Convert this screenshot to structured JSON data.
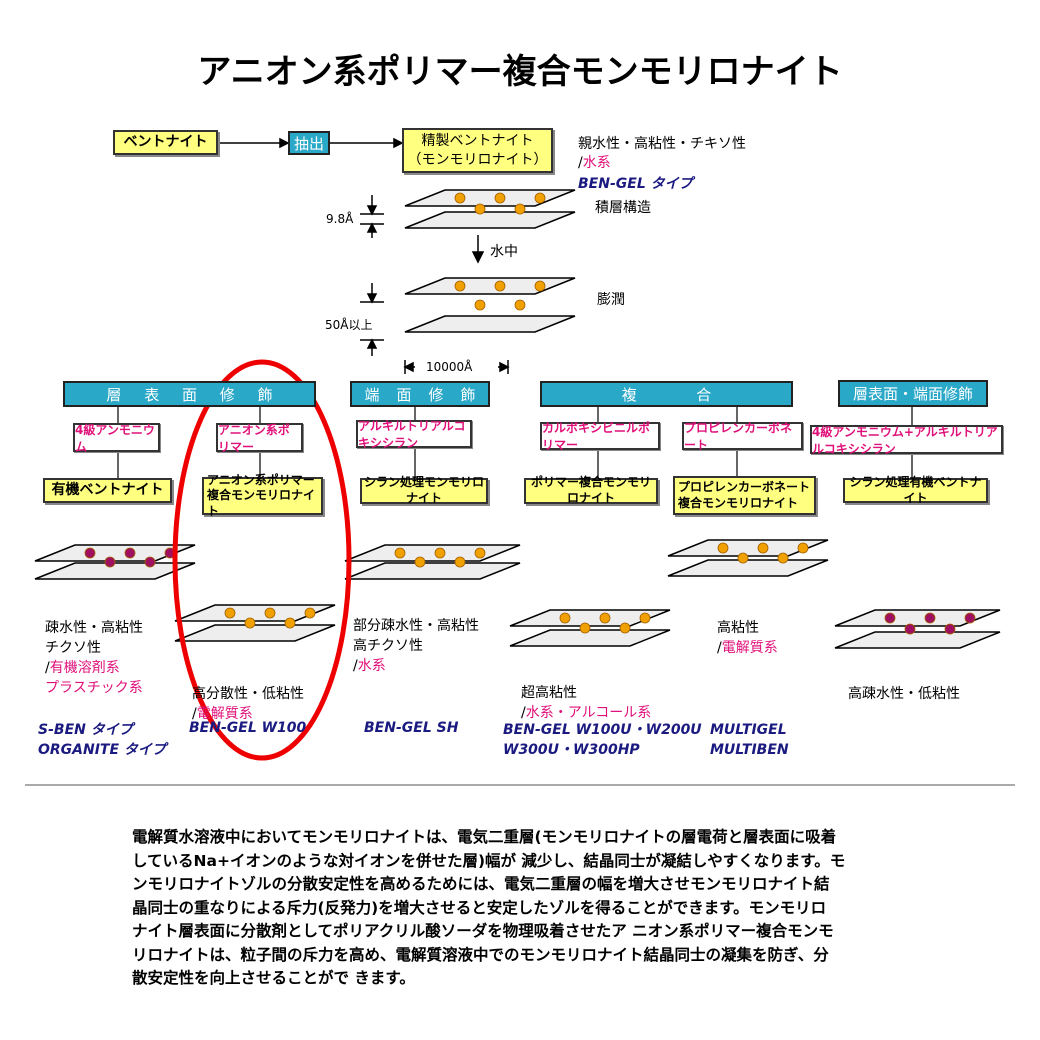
{
  "title": "アニオン系ポリマー複合モンモリロナイト",
  "process": {
    "bentonite": "ベントナイト",
    "extract": "抽出",
    "refined_1": "精製ベントナイト",
    "refined_2": "（モンモリロナイト）",
    "props": "親水性・高粘性・チキソ性",
    "solvent_prefix": "/",
    "solvent": "水系",
    "product": "BEN-GEL タイプ",
    "stacked": "積層構造",
    "in_water": "水中",
    "swelling": "膨潤",
    "spacing1": "9.8Å",
    "spacing2": "50Å以上",
    "width": "10000Å"
  },
  "categories": [
    {
      "header": [
        "層",
        "表",
        "面",
        "修",
        "飾"
      ]
    },
    {
      "header": [
        "端",
        "面",
        "修",
        "飾"
      ]
    },
    {
      "header": [
        "複",
        "合"
      ]
    },
    {
      "header": [
        "層表面・端面修飾"
      ]
    }
  ],
  "modifiers": [
    "4級アンモニウム",
    "アニオン系ポリマー",
    "アルキルトリアルコキシシラン",
    "カルボキシビニルポリマー",
    "プロピレンカーボネート",
    "4級アンモニウム+アルキルトリアルコキシシラン"
  ],
  "products": [
    "有機ベントナイト",
    "アニオン系ポリマー複合モンモリロナイト",
    "シラン処理モンモリロナイト",
    "ポリマー複合モンモリロナイト",
    "プロピレンカーボネート複合モンモリロナイト",
    "シラン処理有機ベントナイト"
  ],
  "results": [
    {
      "props": [
        "疎水性・高粘性",
        "チクソ性"
      ],
      "solvents": [
        "有機溶剤系",
        "プラスチック系"
      ],
      "brands": [
        "S-BEN タイプ",
        "ORGANITE タイプ"
      ]
    },
    {
      "props": [
        "高分散性・低粘性"
      ],
      "solvents": [
        "電解質系"
      ],
      "brands": [
        "BEN-GEL W100"
      ]
    },
    {
      "props": [
        "部分疎水性・高粘性",
        "高チクソ性"
      ],
      "solvents": [
        "水系"
      ],
      "brands": [
        "BEN-GEL SH"
      ]
    },
    {
      "props": [
        "超高粘性"
      ],
      "solvents": [
        "水系・アルコール系"
      ],
      "brands": [
        "BEN-GEL W100U・W200U",
        "W300U・W300HP"
      ]
    },
    {
      "props": [
        "高粘性"
      ],
      "solvents": [
        "電解質系"
      ],
      "brands": [
        "MULTIGEL",
        "MULTIBEN"
      ]
    },
    {
      "props": [
        "高疎水性・低粘性"
      ],
      "solvents": [],
      "brands": []
    }
  ],
  "description": [
    "電解質水溶液中においてモンモリロナイトは、電気二重層(モンモリロナイトの層電荷と層表面に吸着",
    "しているNa+イオンのような対イオンを併せた層)幅が 減少し、結晶同士が凝結しやすくなります。モ",
    "ンモリロナイトゾルの分散安定性を高めるためには、電気二重層の幅を増大させモンモリロナイト結",
    "晶同士の重なりによる斥力(反発力)を増大させると安定したゾルを得ることができます。モンモリロ",
    "ナイト層表面に分散剤としてポリアクリル酸ソーダを物理吸着させたア ニオン系ポリマー複合モンモ",
    "リロナイトは、粒子間の斥力を高め、電解質溶液中でのモンモリロナイト結晶同士の凝集を防ぎ、分",
    "散安定性を向上させることがで きます。"
  ],
  "colors": {
    "yellow": "#ffff80",
    "blue": "#2aa8c8",
    "pink": "#e0107a",
    "navy": "#1a1a80",
    "highlight": "#ee0000"
  }
}
